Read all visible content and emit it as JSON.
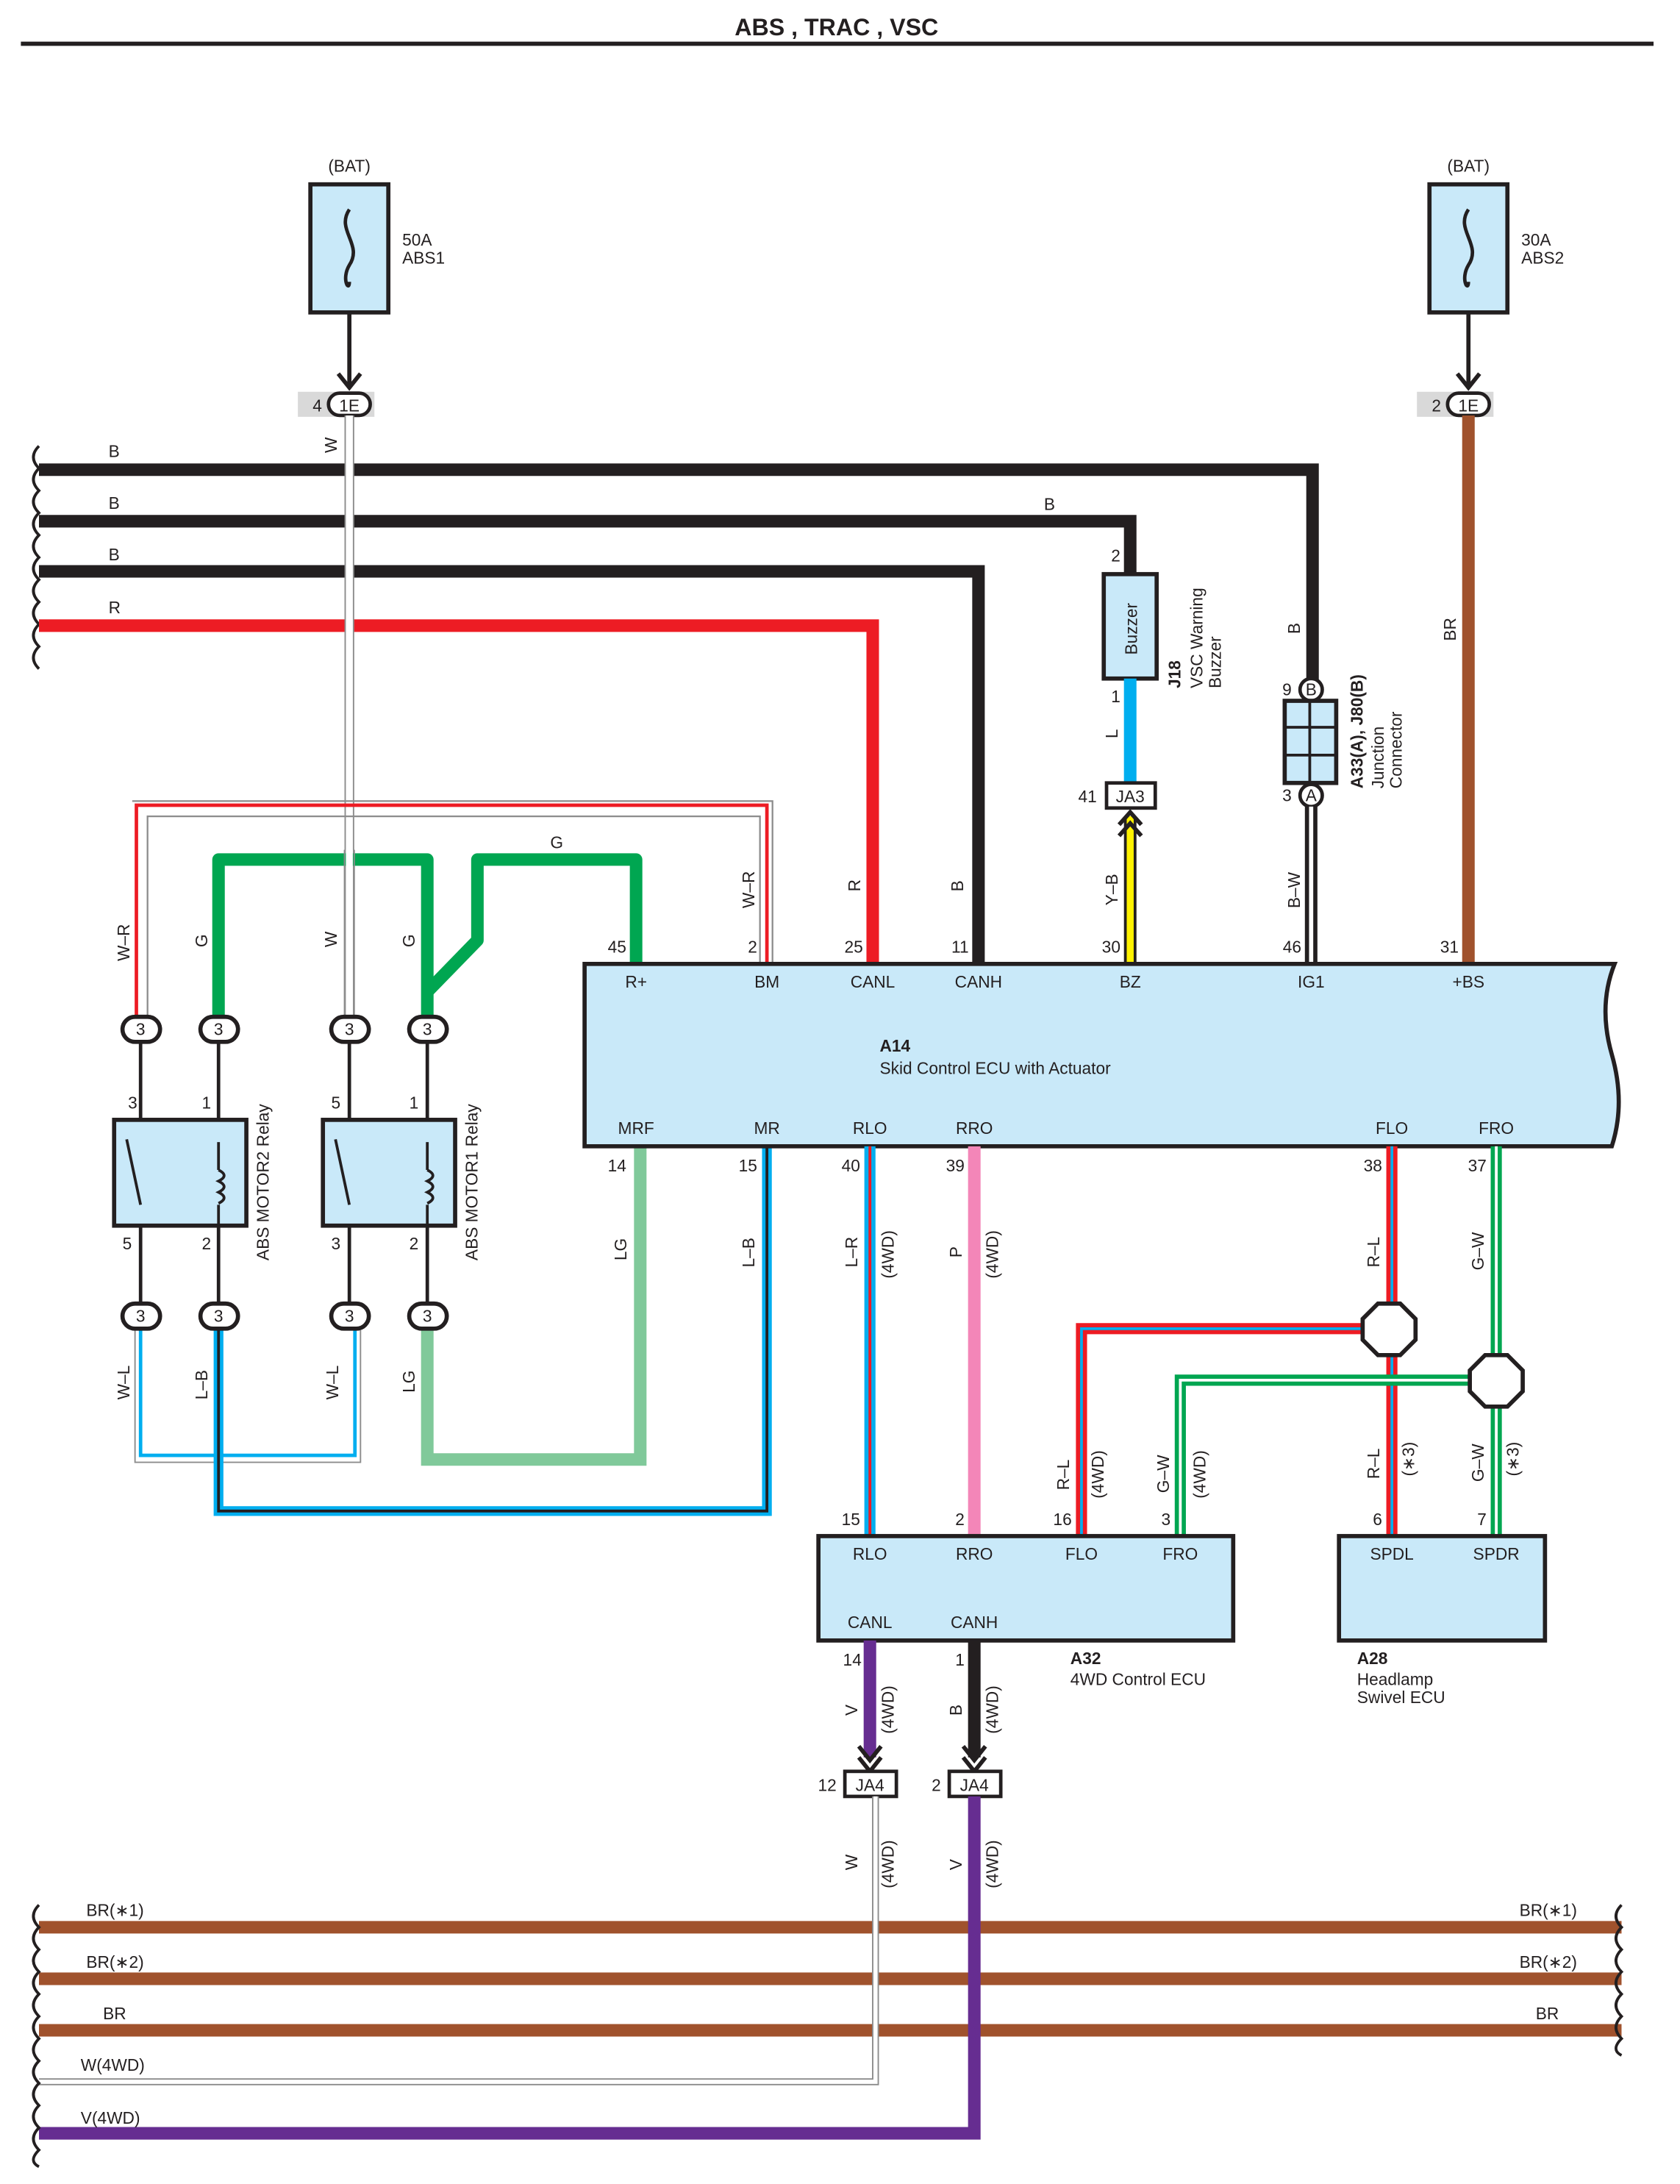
{
  "title": "ABS , TRAC , VSC",
  "colors": {
    "black": "#231f20",
    "red": "#ed1c24",
    "green": "#00a651",
    "light_green": "#80c99a",
    "blue": "#00aeef",
    "pink": "#f386b8",
    "brown": "#a0522d",
    "purple": "#662d91",
    "yellow": "#fff200",
    "component_fill": "#c9e9f9"
  },
  "fuses": [
    {
      "source": "(BAT)",
      "rating": "50A",
      "name": "ABS1",
      "pin": "4",
      "connector": "1E"
    },
    {
      "source": "(BAT)",
      "rating": "30A",
      "name": "ABS2",
      "pin": "2",
      "connector": "1E"
    }
  ],
  "left_bus_labels": [
    "B",
    "B",
    "B",
    "R"
  ],
  "wire_labels": {
    "w_fuse": "W",
    "b_buzzer": "B",
    "b_junction": "B",
    "br_bs": "BR",
    "l_buzzer": "L",
    "yb": "Y–B",
    "bw": "B–W",
    "wr_top": "W–R",
    "g_top": "G",
    "wr_left": "W–R",
    "g_left": "G",
    "w_mid": "W",
    "g_mid": "G",
    "r_canl": "R",
    "b_canh": "B",
    "wl_1": "W–L",
    "lb_1": "L–B",
    "wl_2": "W–L",
    "lg_1": "LG",
    "lg_mrf": "LG",
    "lb_mr": "L–B",
    "lr_rlo": "L–R",
    "p_rro": "P",
    "rl_flo": "R–L",
    "gw_fro": "G–W",
    "rl_a32": "R–L",
    "gw_a32": "G–W",
    "rl_a28": "R–L",
    "gw_a28": "G–W",
    "v_canl": "V",
    "b_canh2": "B",
    "w_ja4": "W",
    "v_ja4": "V",
    "note_4wd": "(4WD)",
    "note_3": "(∗3)"
  },
  "a14": {
    "code": "A14",
    "name": "Skid Control ECU with Actuator",
    "top_pins": [
      {
        "pin": "45",
        "term": "R+"
      },
      {
        "pin": "2",
        "term": "BM"
      },
      {
        "pin": "25",
        "term": "CANL"
      },
      {
        "pin": "11",
        "term": "CANH"
      },
      {
        "pin": "30",
        "term": "BZ"
      },
      {
        "pin": "46",
        "term": "IG1"
      },
      {
        "pin": "31",
        "term": "+BS"
      }
    ],
    "bottom_pins": [
      {
        "pin": "14",
        "term": "MRF"
      },
      {
        "pin": "15",
        "term": "MR"
      },
      {
        "pin": "40",
        "term": "RLO"
      },
      {
        "pin": "39",
        "term": "RRO"
      },
      {
        "pin": "38",
        "term": "FLO"
      },
      {
        "pin": "37",
        "term": "FRO"
      }
    ]
  },
  "buzzer": {
    "label": "Buzzer",
    "code": "J18",
    "name1": "VSC Warning",
    "name2": "Buzzer",
    "pin_top": "2",
    "pin_bottom": "1"
  },
  "ja3": {
    "name": "JA3",
    "pin": "41"
  },
  "junction": {
    "code": "A33(A), J80(B)",
    "name1": "Junction",
    "name2": "Connector",
    "pin_top": "9",
    "letter_top": "B",
    "pin_bottom": "3",
    "letter_bottom": "A"
  },
  "relays": [
    {
      "name": "ABS MOTOR2 Relay",
      "pins": [
        "3",
        "1",
        "5",
        "2"
      ]
    },
    {
      "name": "ABS MOTOR1 Relay",
      "pins": [
        "5",
        "1",
        "3",
        "2"
      ]
    }
  ],
  "relay_connector": "3",
  "a32": {
    "code": "A32",
    "name": "4WD Control ECU",
    "top_pins": [
      {
        "pin": "15",
        "term": "RLO"
      },
      {
        "pin": "2",
        "term": "RRO"
      },
      {
        "pin": "16",
        "term": "FLO"
      },
      {
        "pin": "3",
        "term": "FRO"
      }
    ],
    "bottom_pins": [
      {
        "pin": "14",
        "term": "CANL"
      },
      {
        "pin": "1",
        "term": "CANH"
      }
    ]
  },
  "a28": {
    "code": "A28",
    "name1": "Headlamp",
    "name2": "Swivel ECU",
    "top_pins": [
      {
        "pin": "6",
        "term": "SPDL"
      },
      {
        "pin": "7",
        "term": "SPDR"
      }
    ]
  },
  "ja4": [
    {
      "name": "JA4",
      "pin": "12"
    },
    {
      "name": "JA4",
      "pin": "2"
    }
  ],
  "bottom_bus_left": [
    "BR(∗1)",
    "BR(∗2)",
    "BR",
    "W(4WD)",
    "V(4WD)"
  ],
  "bottom_bus_right": [
    "BR(∗1)",
    "BR(∗2)",
    "BR"
  ]
}
